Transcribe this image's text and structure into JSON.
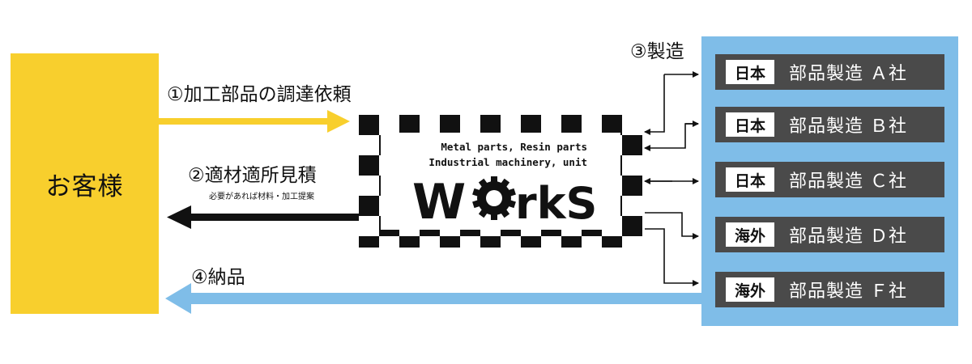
{
  "customer": {
    "label": "お客様"
  },
  "steps": {
    "request": "①加工部品の調達依頼",
    "estimate": "②適材適所見積",
    "estimate_note": "必要があれば材料・加工提案",
    "manufacture": "③製造",
    "delivery": "④納品"
  },
  "works": {
    "line1": "Metal parts, Resin parts",
    "line2": "Industrial machinery,  unit",
    "logo": "WorkS"
  },
  "suppliers": [
    {
      "region": "日本",
      "name": "部品製造 Ａ社"
    },
    {
      "region": "日本",
      "name": "部品製造 Ｂ社"
    },
    {
      "region": "日本",
      "name": "部品製造 Ｃ社"
    },
    {
      "region": "海外",
      "name": "部品製造 Ｄ社"
    },
    {
      "region": "海外",
      "name": "部品製造 Ｆ社"
    }
  ],
  "colors": {
    "customer": "#f8cf2d",
    "request_arrow": "#f8cf2d",
    "estimate_arrow": "#111111",
    "delivery_arrow": "#7fbde8",
    "supplier_panel": "#7fbde8",
    "supplier_box": "#4a4a4a"
  }
}
